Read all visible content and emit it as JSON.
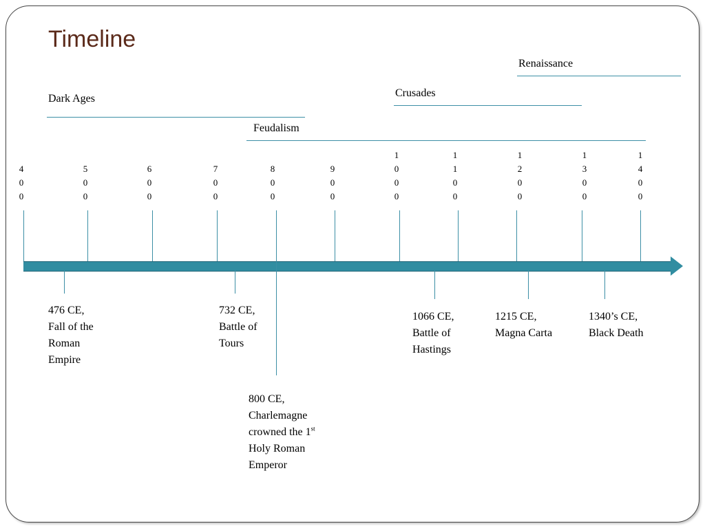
{
  "title": "Timeline",
  "periods": [
    {
      "label": "Dark Ages"
    },
    {
      "label": "Feudalism"
    },
    {
      "label": "Crusades"
    },
    {
      "label": "Renaissance"
    }
  ],
  "years": [
    "400",
    "500",
    "600",
    "700",
    "800",
    "900",
    "1000",
    "1100",
    "1200",
    "1300",
    "1400"
  ],
  "events": [
    {
      "lines": [
        "476 CE,",
        "Fall of the",
        "Roman",
        "Empire"
      ]
    },
    {
      "lines": [
        "732 CE,",
        "Battle of",
        "Tours"
      ]
    },
    {
      "lines": [
        "800 CE,",
        "Charlemagne",
        "crowned the 1",
        "Holy Roman",
        "Emperor"
      ],
      "superscript": "st"
    },
    {
      "lines": [
        "1066 CE,",
        "Battle of",
        "Hastings"
      ]
    },
    {
      "lines": [
        "1215 CE,",
        "Magna Carta"
      ]
    },
    {
      "lines": [
        "1340’s CE,",
        "Black Death"
      ]
    }
  ],
  "colors": {
    "title": "#5b2a1a",
    "axis": "#318da1",
    "line": "#3b8ea5"
  }
}
